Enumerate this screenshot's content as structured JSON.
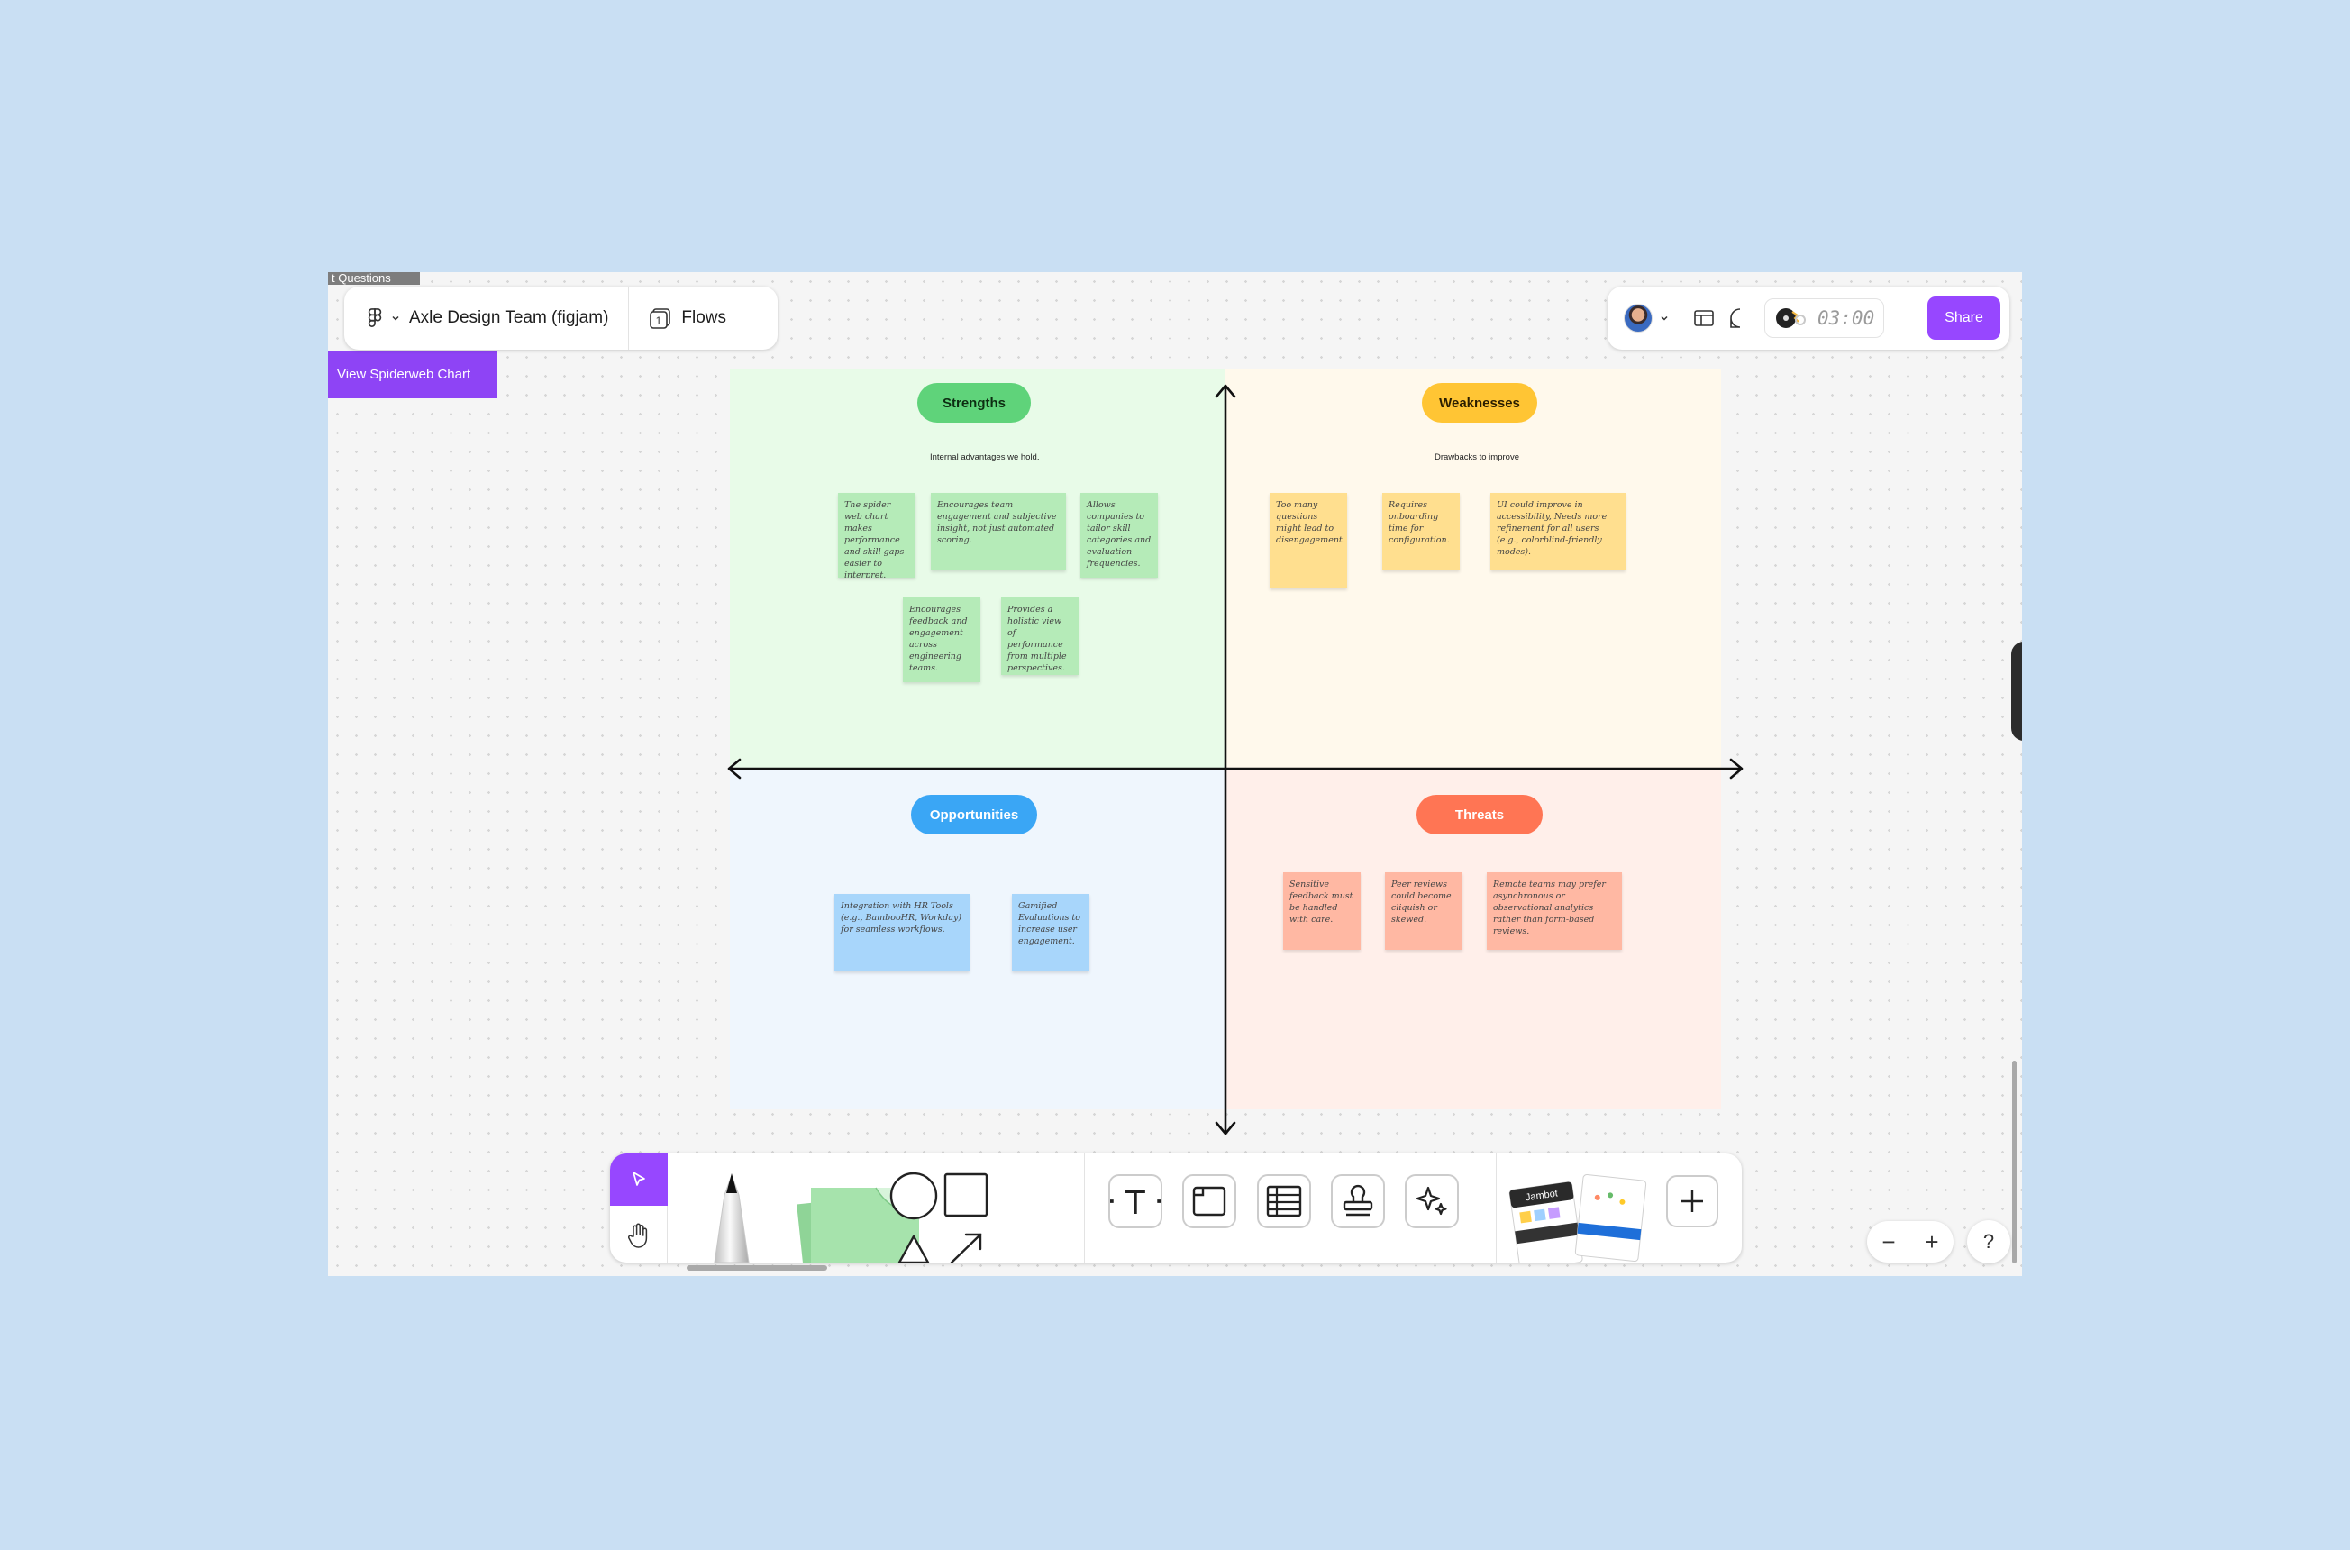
{
  "board": {
    "frame_tag": "t Questions",
    "side_button": "View Spiderweb Chart"
  },
  "header": {
    "file_name": "Axle Design Team (figjam)",
    "flows_label": "Flows",
    "flows_count": "1",
    "timer": "03:00",
    "share_label": "Share"
  },
  "quadrants": {
    "strengths": {
      "title": "Strengths",
      "subtitle": "Internal advantages we hold.",
      "notes": [
        "The spider web chart makes performance and skill gaps easier to interpret.",
        "Encourages team engagement and subjective insight, not just automated scoring.",
        "Allows companies to tailor skill categories and evaluation frequencies.",
        "Encourages feedback and engagement across engineering teams.",
        "Provides a holistic view of performance from multiple perspectives."
      ]
    },
    "weaknesses": {
      "title": "Weaknesses",
      "subtitle": "Drawbacks to improve",
      "notes": [
        "Too many questions might lead to disengagement.",
        "Requires onboarding time for configuration.",
        "UI could improve in accessibility, Needs more refinement for all users (e.g., colorblind-friendly modes)."
      ]
    },
    "opportunities": {
      "title": "Opportunities",
      "notes": [
        "Integration with HR Tools (e.g., BambooHR, Workday) for seamless workflows.",
        "Gamified Evaluations to increase user engagement."
      ]
    },
    "threats": {
      "title": "Threats",
      "notes": [
        "Sensitive feedback must be handled with care.",
        "Peer reviews could become cliquish or skewed.",
        "Remote teams may prefer asynchronous or observational analytics rather than form-based reviews."
      ]
    }
  },
  "toolbar": {
    "text_tool": "T",
    "widget_label": "Jambot"
  },
  "zoom": {
    "minus": "−",
    "plus": "+"
  },
  "help_label": "?",
  "colors": {
    "accent": "#9747ff",
    "strengths": "#5fd37a",
    "weaknesses": "#ffc534",
    "opportunities": "#3aa6f5",
    "threats": "#ff7554"
  }
}
